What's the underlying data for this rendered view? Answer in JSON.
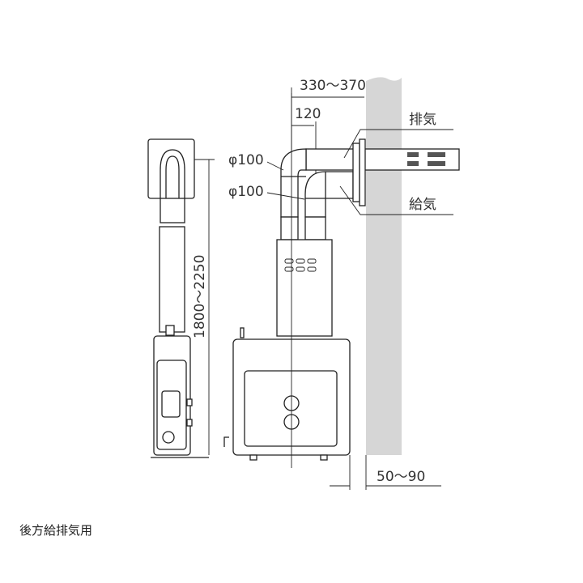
{
  "labels": {
    "width_range": "330〜370",
    "offset": "120",
    "exhaust": "排気",
    "intake": "給気",
    "exhaust_diameter": "φ100",
    "intake_diameter": "φ100",
    "height_range": "1800〜2250",
    "wall_gap": "50〜90"
  },
  "caption": "後方給排気用",
  "colors": {
    "wall": "#d6d6d6",
    "line": "#222222"
  }
}
